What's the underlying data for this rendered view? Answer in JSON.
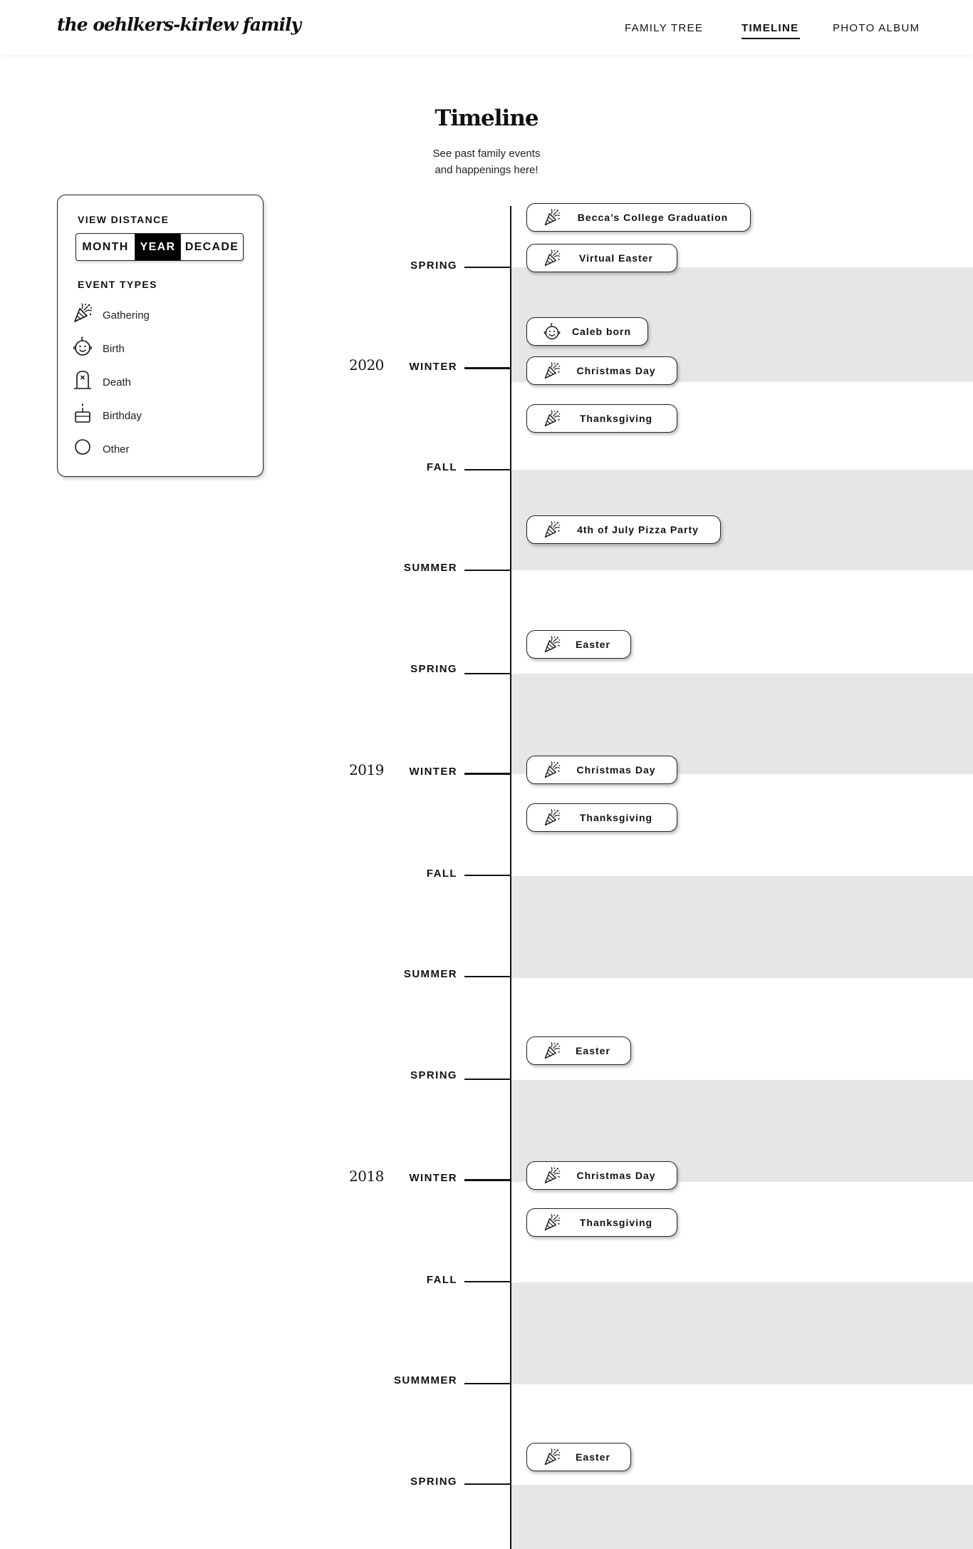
{
  "header": {
    "brand": "the oehlkers-kirlew family",
    "nav": [
      "FAMILY TREE",
      "TIMELINE",
      "PHOTO ALBUM"
    ],
    "active_nav": "TIMELINE"
  },
  "page": {
    "title": "Timeline",
    "subtitle_line1": "See past family events",
    "subtitle_line2": "and happenings here!"
  },
  "filters": {
    "view_distance_label": "VIEW DISTANCE",
    "view_options": [
      "MONTH",
      "YEAR",
      "DECADE"
    ],
    "selected_view": "YEAR",
    "event_types_label": "EVENT TYPES",
    "event_types": [
      {
        "label": "Gathering",
        "icon": "party-popper-icon"
      },
      {
        "label": "Birth",
        "icon": "baby-face-icon"
      },
      {
        "label": "Death",
        "icon": "tombstone-icon"
      },
      {
        "label": "Birthday",
        "icon": "birthday-cake-icon"
      },
      {
        "label": "Other",
        "icon": "circle-icon"
      }
    ]
  },
  "timeline": {
    "years": [
      "2020",
      "2019",
      "2018"
    ],
    "seasons": [
      "SPRING",
      "WINTER",
      "FALL",
      "SUMMER",
      "SPRING",
      "WINTER",
      "FALL",
      "SUMMER",
      "SPRING",
      "WINTER",
      "FALL",
      "SUMMMER",
      "SPRING"
    ],
    "events": [
      {
        "label": "Becca’s College Graduation",
        "type": "gathering"
      },
      {
        "label": "Virtual Easter",
        "type": "gathering"
      },
      {
        "label": "Caleb born",
        "type": "birth"
      },
      {
        "label": "Christmas Day",
        "type": "gathering"
      },
      {
        "label": "Thanksgiving",
        "type": "gathering"
      },
      {
        "label": "4th of July Pizza Party",
        "type": "gathering"
      },
      {
        "label": "Easter",
        "type": "gathering"
      },
      {
        "label": "Christmas Day",
        "type": "gathering"
      },
      {
        "label": "Thanksgiving",
        "type": "gathering"
      },
      {
        "label": "Easter",
        "type": "gathering"
      },
      {
        "label": "Christmas Day",
        "type": "gathering"
      },
      {
        "label": "Thanksgiving",
        "type": "gathering"
      },
      {
        "label": "Easter",
        "type": "gathering"
      }
    ]
  }
}
